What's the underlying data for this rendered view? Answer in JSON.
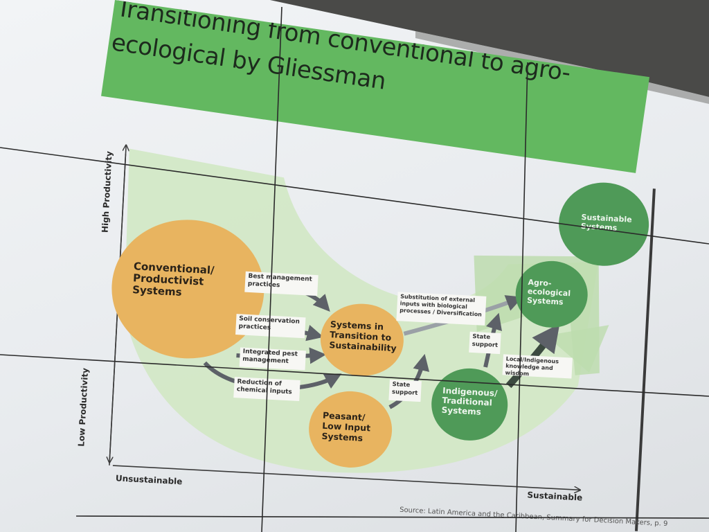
{
  "slide": {
    "title": "Transitioning from conventional to agro-ecological by Gliessman"
  },
  "axes": {
    "y_high": "High Productivity",
    "y_low": "Low Productivity",
    "x_low": "Unsustainable",
    "x_high": "Sustainable"
  },
  "nodes": {
    "conventional": "Conventional/ Productivist Systems",
    "transition": "Systems in Transition to Sustainability",
    "peasant": "Peasant/ Low Input Systems",
    "indigenous": "Indigenous/ Traditional Systems",
    "agroecological": "Agro- ecological Systems",
    "sustainable": "Sustainable Systems"
  },
  "labels": {
    "best_management": "Best management practices",
    "soil_conservation": "Soil conservation practices",
    "integrated_pest": "Integrated pest management",
    "reduction_chemical": "Reduction of chemical inputs",
    "substitution": "Substitution of external inputs with biological processes / Diversification",
    "state_support_1": "State support",
    "state_support_2": "State support",
    "local_knowledge": "Local/Indigenous knowledge and wisdom"
  },
  "source": "Source: Latin America and the Caribbean, Summary for Decision Makers, p. 9",
  "colors": {
    "banner": "#63b860",
    "orange": "#e8b460",
    "green_dark": "#4f9a58",
    "band": "#cfe6c2",
    "arrow": "#5d6168"
  }
}
